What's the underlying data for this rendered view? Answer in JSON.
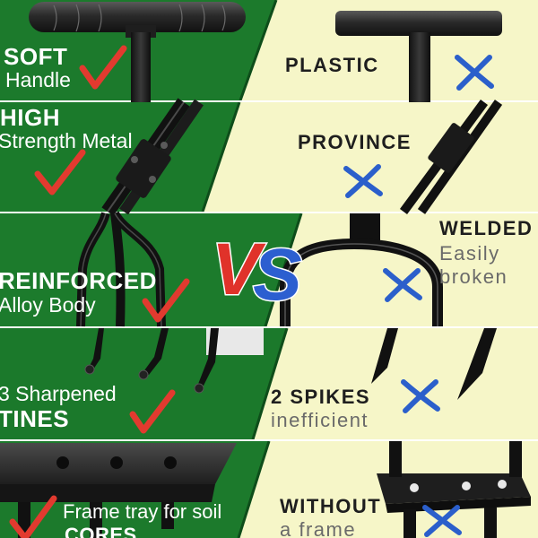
{
  "colors": {
    "green": "#1c7a2c",
    "cream": "#f6f6c8",
    "check": "#e23a2f",
    "cross": "#2b5fcb",
    "vs_red": "#e0322a",
    "vs_blue": "#2c5fd0"
  },
  "icons": {
    "good": "check-mark-icon",
    "bad": "cross-mark-icon"
  },
  "vs": {
    "left_letter": "V",
    "right_letter": "S"
  },
  "rows": [
    {
      "left": {
        "bold": "SOFT",
        "thin": "Handle"
      },
      "right": {
        "bold": "PLASTIC",
        "thin": ""
      }
    },
    {
      "left": {
        "bold": "HIGH",
        "thin": "Strength Metal"
      },
      "right": {
        "bold": "PROVINCE",
        "thin": ""
      }
    },
    {
      "left": {
        "bold": "REINFORCED",
        "thin": "Alloy Body"
      },
      "right": {
        "bold": "WELDED",
        "thin": "Easily",
        "thin2": "broken"
      }
    },
    {
      "left": {
        "thin": "3 Sharpened",
        "bold": "TINES"
      },
      "right": {
        "bold": "2 SPIKES",
        "thin": "inefficient"
      }
    },
    {
      "left": {
        "thin": "Frame tray for soil",
        "bold": "CORES"
      },
      "right": {
        "bold": "WITHOUT",
        "thin": "a  frame"
      }
    }
  ]
}
